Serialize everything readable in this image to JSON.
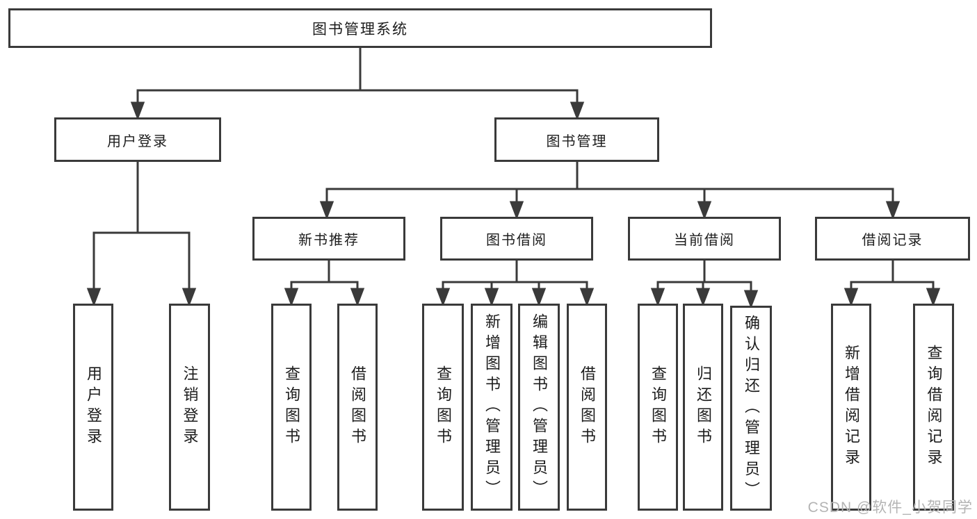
{
  "colors": {
    "line": "#3a3a3a",
    "node_border": "#3a3a3a",
    "node_text": "#1c1c1c",
    "background": "#ffffff",
    "watermark_text": "#b4b4b4"
  },
  "watermark": {
    "text": "CSDN @软件_小贺同学"
  },
  "tree": {
    "root": {
      "label": "图书管理系统"
    },
    "branches": [
      {
        "label": "用户登录",
        "children": [
          {
            "label": "用户登录"
          },
          {
            "label": "注销登录"
          }
        ]
      },
      {
        "label": "图书管理",
        "children": [
          {
            "label": "新书推荐",
            "children": [
              {
                "label": "查询图书"
              },
              {
                "label": "借阅图书"
              }
            ]
          },
          {
            "label": "图书借阅",
            "children": [
              {
                "label": "查询图书"
              },
              {
                "label": "新增图书（管理员）"
              },
              {
                "label": "编辑图书（管理员）"
              },
              {
                "label": "借阅图书"
              }
            ]
          },
          {
            "label": "当前借阅",
            "children": [
              {
                "label": "查询图书"
              },
              {
                "label": "归还图书"
              },
              {
                "label": "确认归还（管理员）"
              }
            ]
          },
          {
            "label": "借阅记录",
            "children": [
              {
                "label": "新增借阅记录"
              },
              {
                "label": "查询借阅记录"
              }
            ]
          }
        ]
      }
    ]
  }
}
